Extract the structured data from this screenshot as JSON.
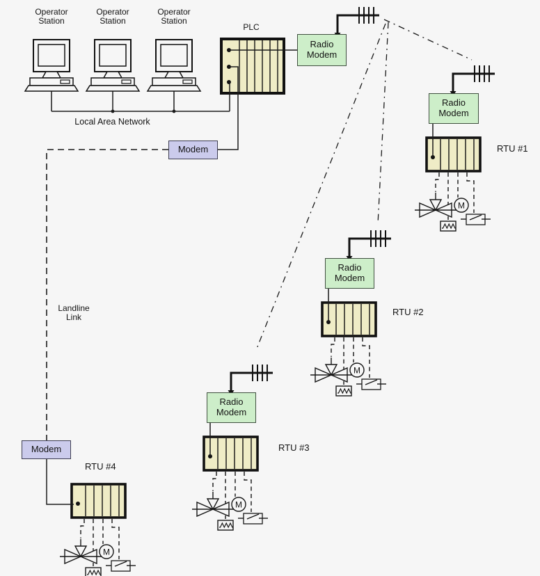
{
  "labels": {
    "operator_station": "Operator Station",
    "lan": "Local Area Network",
    "plc": "PLC",
    "radio_modem": "Radio Modem",
    "modem": "Modem",
    "landline_link": "Landline Link",
    "motor": "M"
  },
  "rtus": [
    {
      "label": "RTU #1"
    },
    {
      "label": "RTU #2"
    },
    {
      "label": "RTU #3"
    },
    {
      "label": "RTU #4"
    }
  ],
  "icons": {
    "antenna": "yagi-antenna-icon",
    "operator_station": "computer-workstation-icon",
    "valve": "control-valve-icon",
    "motor": "motor-icon",
    "switch": "limit-switch-icon",
    "heater": "heater-resistor-icon",
    "rack": "io-rack-icon"
  },
  "colors": {
    "background": "#f6f6f6",
    "rack_fill": "#efecc6",
    "rack_border": "#111111",
    "radio_modem_fill": "#cdeec9",
    "modem_fill": "#cbcbec",
    "line": "#1a1a1a"
  }
}
